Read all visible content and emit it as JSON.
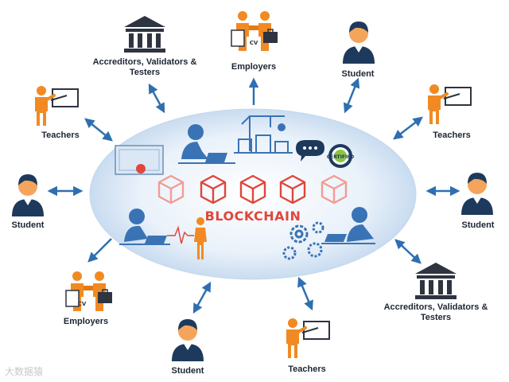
{
  "center": {
    "title": "BLOCKCHAIN",
    "cv_label": "CV",
    "badge_text": "CERTIFIED"
  },
  "nodes": {
    "acc_top": {
      "label": "Accreditors, Validators & Testers",
      "icon": "institution-icon"
    },
    "emp_top": {
      "label": "Employers",
      "icon": "handshake-icon"
    },
    "stu_top": {
      "label": "Student",
      "icon": "student-icon"
    },
    "tea_left": {
      "label": "Teachers",
      "icon": "teacher-icon"
    },
    "tea_right": {
      "label": "Teachers",
      "icon": "teacher-icon"
    },
    "stu_left": {
      "label": "Student",
      "icon": "student-icon"
    },
    "stu_right": {
      "label": "Student",
      "icon": "student-icon"
    },
    "emp_bot": {
      "label": "Employers",
      "icon": "handshake-icon"
    },
    "acc_bot": {
      "label": "Accreditors, Validators & Testers",
      "icon": "institution-icon"
    },
    "stu_bot": {
      "label": "Student",
      "icon": "student-icon"
    },
    "tea_bot": {
      "label": "Teachers",
      "icon": "teacher-icon"
    }
  },
  "watermark": "大数据猿",
  "colors": {
    "orange": "#f18a22",
    "navy": "#1d3a5c",
    "dark": "#2e3440",
    "red": "#e0473a",
    "blue": "#2f6fb0",
    "ellipse": "#dbe8f5"
  }
}
